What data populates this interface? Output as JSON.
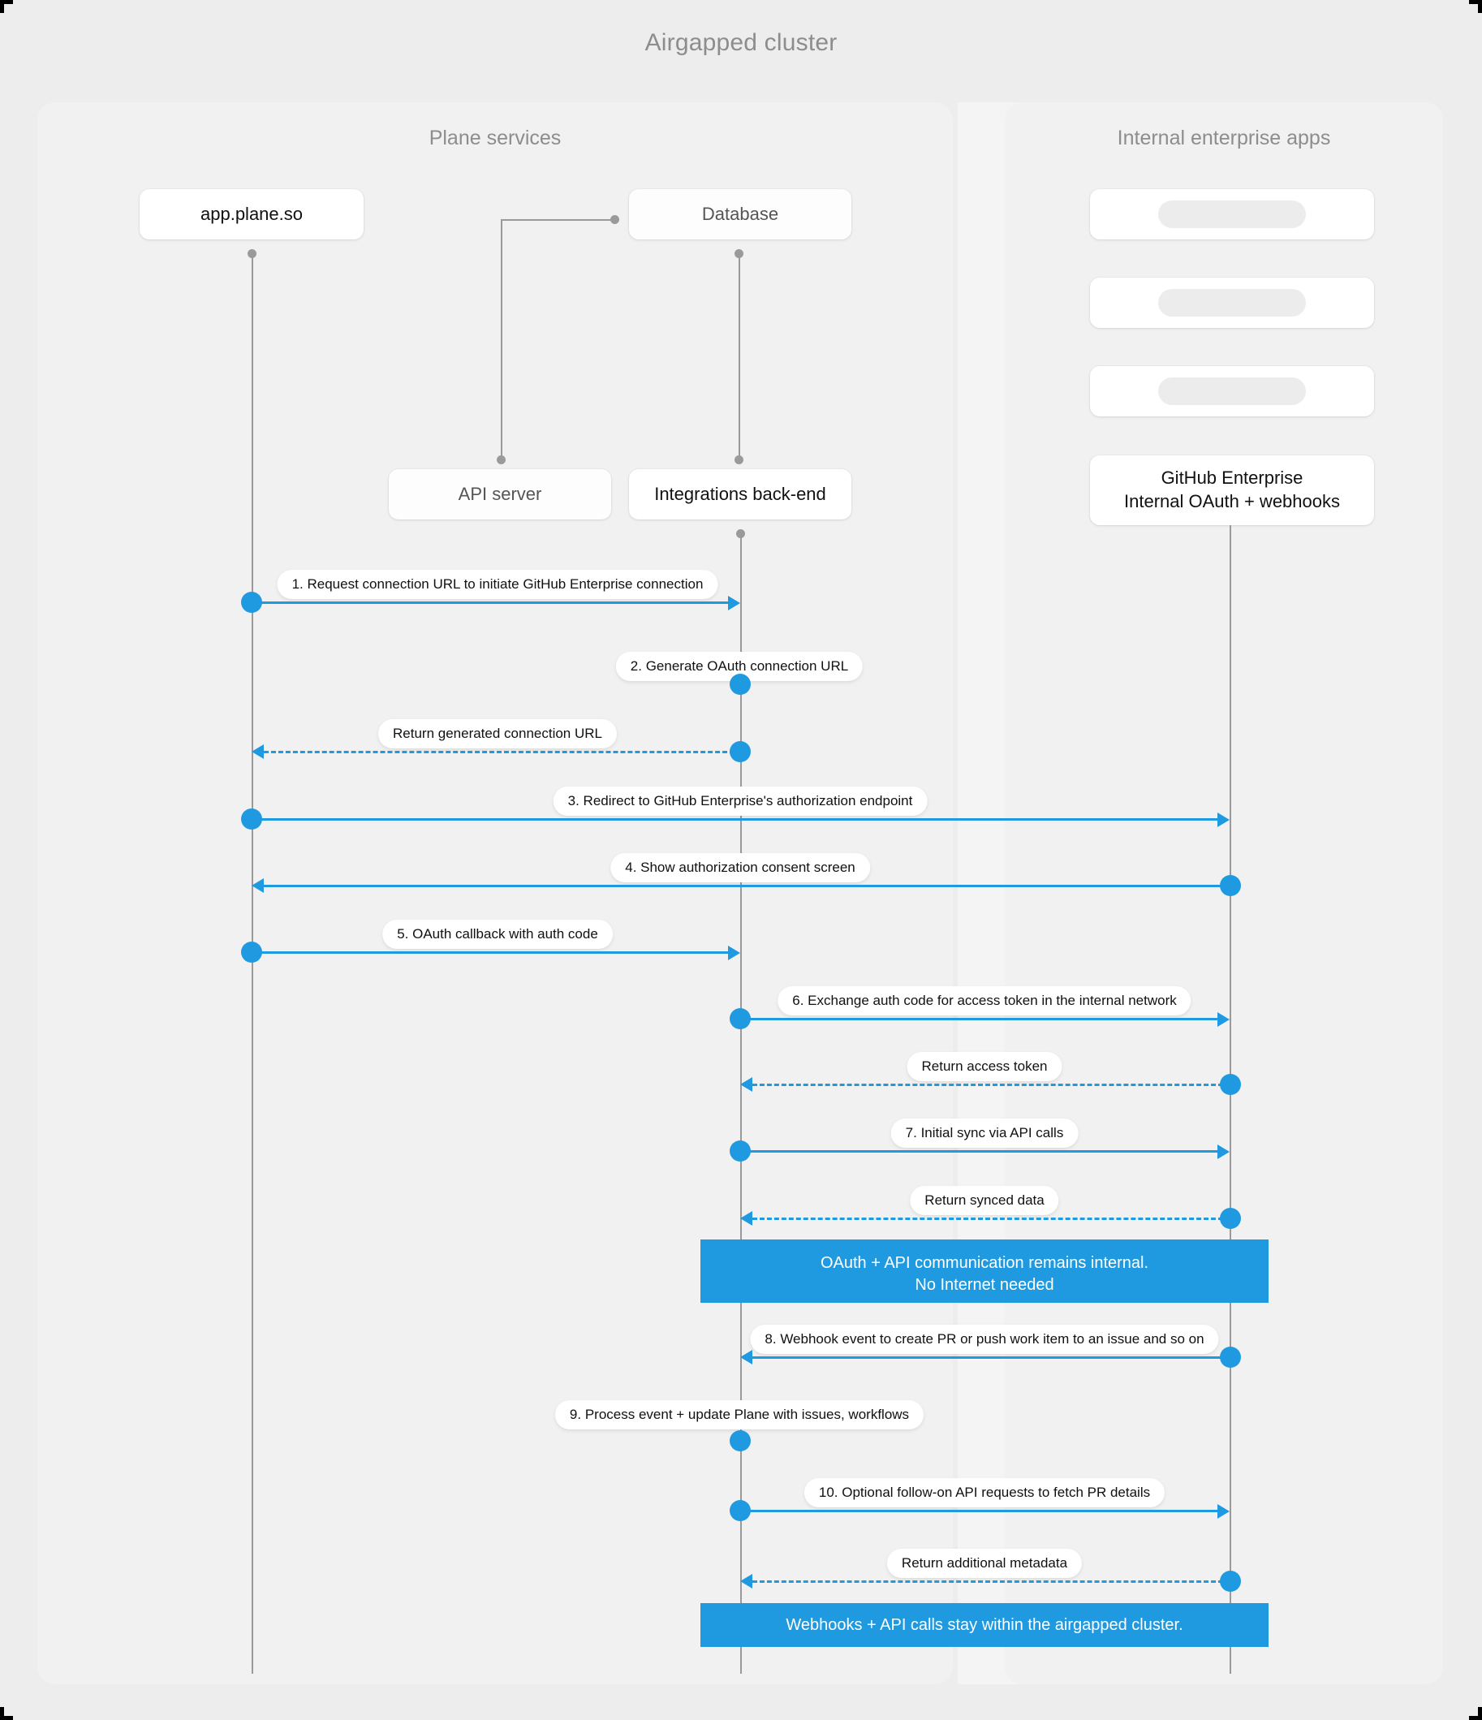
{
  "diagram": {
    "title": "Airgapped cluster",
    "accent_color": "#1f9ae0",
    "background_color": "#ededed",
    "group_background_color": "#f1f1f1",
    "lifeline_color": "#9a9a9a",
    "title_color": "#8d8d8d"
  },
  "groups": [
    {
      "id": "plane",
      "title": "Plane services"
    },
    {
      "id": "enterprise",
      "title": "Internal enterprise apps"
    }
  ],
  "nodes": {
    "app_plane": "app.plane.so",
    "database": "Database",
    "api_server": "API server",
    "integrations_backend": "Integrations back-end",
    "github_enterprise_line1": "GitHub Enterprise",
    "github_enterprise_line2": "Internal OAuth + webhooks",
    "placeholder_1": "",
    "placeholder_2": "",
    "placeholder_3": ""
  },
  "messages": [
    {
      "id": "m1",
      "label": "1. Request connection URL to initiate GitHub Enterprise connection"
    },
    {
      "id": "m2",
      "label": "2. Generate OAuth connection URL"
    },
    {
      "id": "m3",
      "label": "Return generated connection URL"
    },
    {
      "id": "m4",
      "label": "3. Redirect to GitHub Enterprise's authorization endpoint"
    },
    {
      "id": "m5",
      "label": "4. Show authorization consent screen"
    },
    {
      "id": "m6",
      "label": "5. OAuth callback with auth code"
    },
    {
      "id": "m7",
      "label": "6. Exchange auth code for access token in the internal network"
    },
    {
      "id": "m8",
      "label": "Return access token"
    },
    {
      "id": "m9",
      "label": "7. Initial sync via API calls"
    },
    {
      "id": "m10",
      "label": "Return synced data"
    },
    {
      "id": "m11",
      "label": "8. Webhook event to create PR  or push work item to an issue  and so on"
    },
    {
      "id": "m12",
      "label": "9. Process event + update Plane with issues, workflows"
    },
    {
      "id": "m13",
      "label": "10. Optional follow-on API requests to fetch PR details"
    },
    {
      "id": "m14",
      "label": "Return additional metadata"
    }
  ],
  "notes": [
    {
      "id": "n1",
      "line1": "OAuth + API communication remains internal.",
      "line2": "No Internet needed"
    },
    {
      "id": "n2",
      "line1": "Webhooks + API calls stay within the airgapped cluster.",
      "line2": ""
    }
  ]
}
